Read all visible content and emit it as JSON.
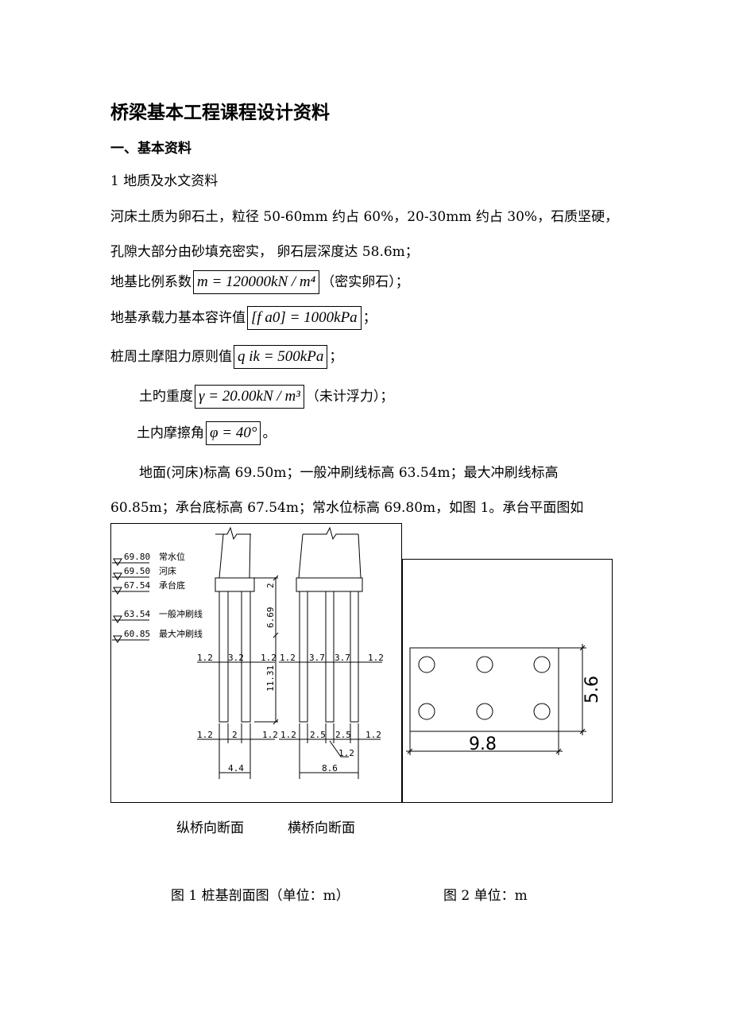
{
  "title": "桥梁基本工程课程设计资料",
  "section1": "一、基本资料",
  "sub1": "1 地质及水文资料",
  "para1a": "河床土质为卵石土，粒径 50-60mm 约占 60%，20-30mm 约占 30%，石质坚硬，",
  "para1b": "孔隙大部分由砂填充密实，  卵石层深度达 58.6m；",
  "params": [
    {
      "label": "地基比例系数",
      "formula": "m = 120000kN / m⁴",
      "suffix": "（密实卵石）；"
    },
    {
      "label": "地基承载力基本容许值",
      "formula": "[f a0] = 1000kPa",
      "suffix": "；"
    },
    {
      "label": "桩周土摩阻力原则值",
      "formula": "q ik = 500kPa",
      "suffix": "；"
    },
    {
      "label": "土旳重度",
      "formula": "γ = 20.00kN / m³",
      "suffix": "（未计浮力）；"
    },
    {
      "label": "土内摩擦角",
      "formula": "φ = 40°",
      "suffix": "。"
    }
  ],
  "para2a": "地面(河床)标高 69.50m；一般冲刷线标高 63.54m；最大冲刷线标高",
  "para2b": "60.85m；承台底标高 67.54m；常水位标高 69.80m，如图 1。承台平面图如",
  "fig1": {
    "levels": [
      {
        "value": "69.80",
        "name": "常水位"
      },
      {
        "value": "69.50",
        "name": "河床"
      },
      {
        "value": "67.54",
        "name": "承台底"
      },
      {
        "value": "63.54",
        "name": "一般冲刷线"
      },
      {
        "value": "60.85",
        "name": "最大冲刷线"
      }
    ],
    "vdims": [
      "2",
      "6.69",
      "11.31"
    ],
    "row1_left": [
      "1.2",
      "3.2",
      "1.2"
    ],
    "row1_right": [
      "1.2",
      "3.7",
      "3.7",
      "1.2"
    ],
    "row2_left": [
      "1.2",
      "2",
      "1.2"
    ],
    "row2_right": [
      "1.2",
      "2.5",
      "2.5",
      "1.2"
    ],
    "pile_dia": "1.2",
    "total_left": "4.4",
    "total_right": "8.6",
    "caption_left": "纵桥向断面",
    "caption_right": "横桥向断面",
    "caption": "图 1  桩基剖面图（单位：m）"
  },
  "fig2": {
    "width": "9.8",
    "height": "5.6",
    "caption": "图 2    单位：m"
  }
}
